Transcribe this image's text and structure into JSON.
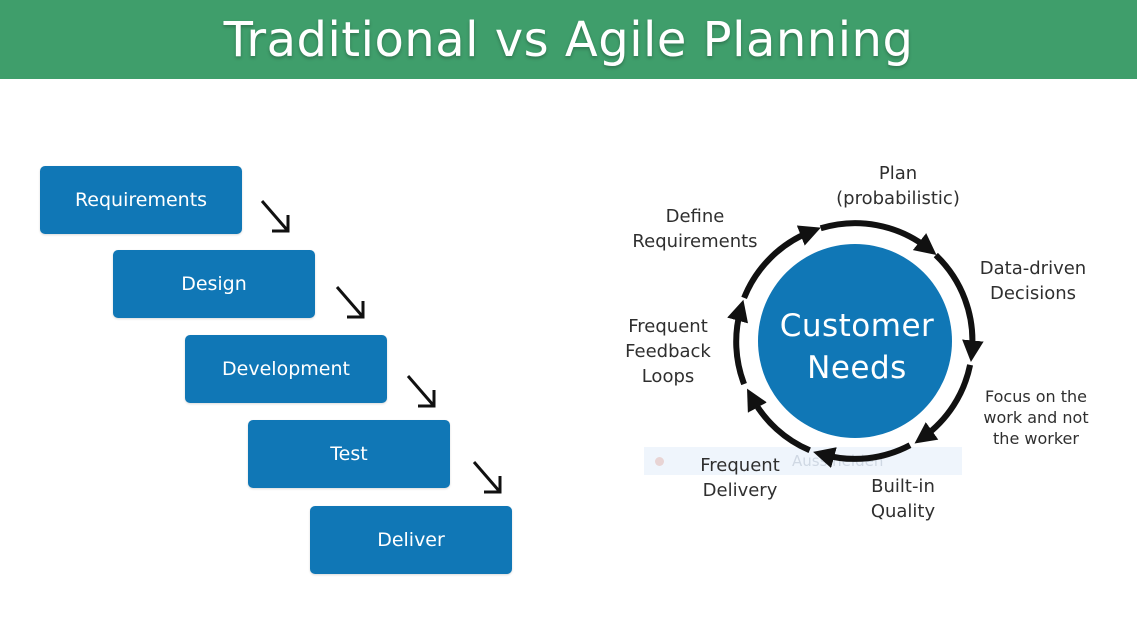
{
  "header": {
    "title": "Traditional vs Agile Planning",
    "color": "#3f9e6b"
  },
  "traditional": {
    "steps": [
      "Requirements",
      "Design",
      "Development",
      "Test",
      "Deliver"
    ],
    "step_color": "#1077b6"
  },
  "agile": {
    "center": "Customer\nNeeds",
    "center_color": "#1077b6",
    "labels": {
      "plan": "Plan\n(probabilistic)",
      "data_driven": "Data-driven\nDecisions",
      "focus": "Focus on the\nwork and not\nthe worker",
      "built_in": "Built-in\nQuality",
      "frequent_delivery": "Frequent\nDelivery",
      "feedback": "Frequent\nFeedback\nLoops",
      "define": "Define\nRequirements"
    }
  },
  "overlay": {
    "text": "Auss    nelden"
  }
}
